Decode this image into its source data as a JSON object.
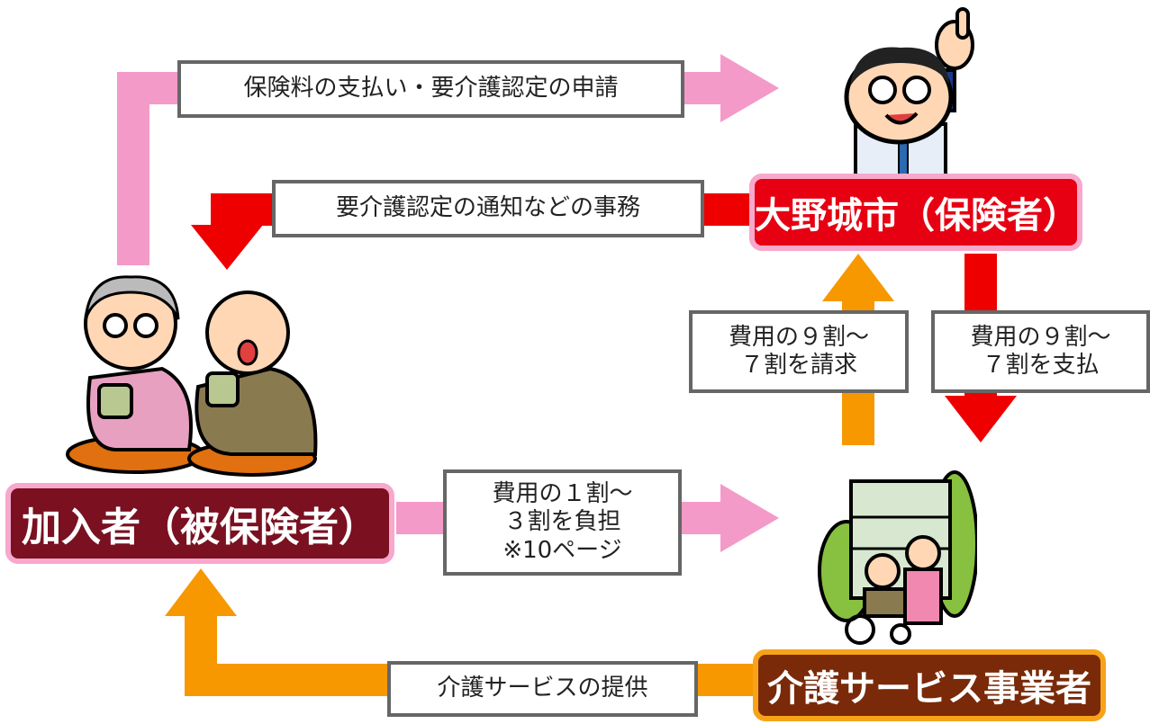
{
  "actors": {
    "insurer": "大野城市（保険者）",
    "insured": "加入者（被保険者）",
    "provider": "介護サービス事業者"
  },
  "flows": {
    "payment_application": "保険料の支払い・要介護認定の申請",
    "certification_notice": "要介護認定の通知などの事務",
    "claim": "費用の９割～\n７割を請求",
    "reimburse": "費用の９割～\n７割を支払",
    "copay": "費用の１割～\n３割を負担\n※10ページ",
    "service": "介護サービスの提供"
  },
  "colors": {
    "pink_arrow": "#f49ac8",
    "red_arrow": "#ee0000",
    "orange_arrow": "#f79800",
    "insurer_fill": "#e60012",
    "insured_fill": "#7a1020",
    "provider_fill": "#7a2a08"
  },
  "icons": {
    "insurer": "official-man-pointing-illustration",
    "insured": "elderly-couple-drinking-tea-illustration",
    "provider": "care-facility-building-illustration"
  }
}
